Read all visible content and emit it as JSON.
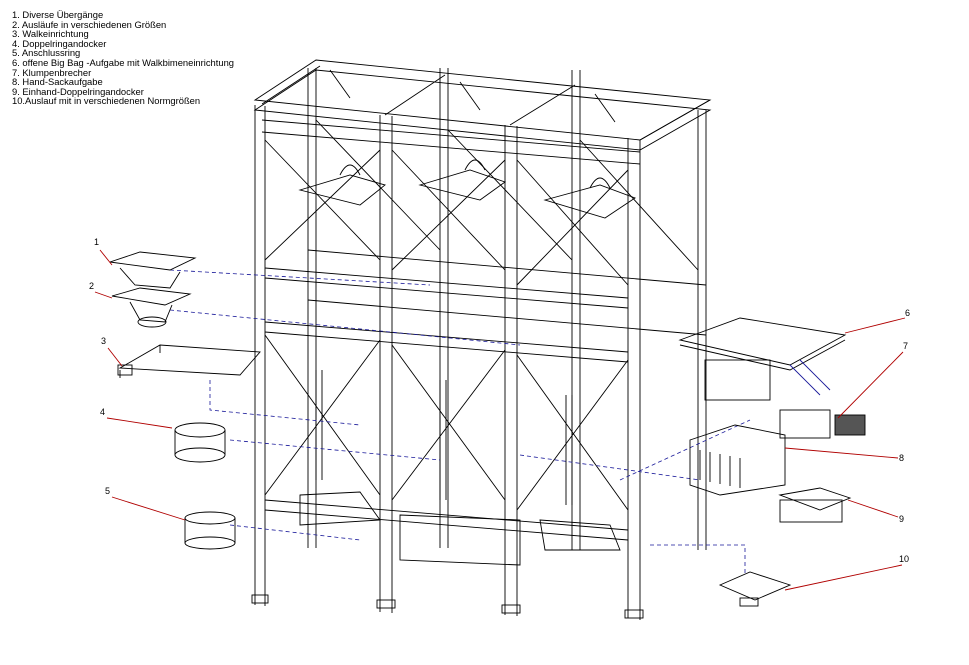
{
  "legend": [
    "1. Diverse Übergänge",
    "2.  Ausläufe in verschiedenen Größen",
    "3.  Walkeinrichtung",
    "4.  Doppelringandocker",
    "5.  Anschlussring",
    "6.  offene Big Bag -Aufgabe mit Walkbimeneinrichtung",
    "7.  Klumpenbrecher",
    "8.  Hand-Sackaufgabe",
    "9.  Einhand-Doppelringandocker",
    "10.Auslauf mit in verschiedenen Normgrößen"
  ],
  "callouts": [
    "1",
    "2",
    "3",
    "4",
    "5",
    "6",
    "7",
    "8",
    "9",
    "10"
  ],
  "colors": {
    "leader": "#b00000",
    "dash": "#1a1a9a",
    "line": "#000000"
  }
}
